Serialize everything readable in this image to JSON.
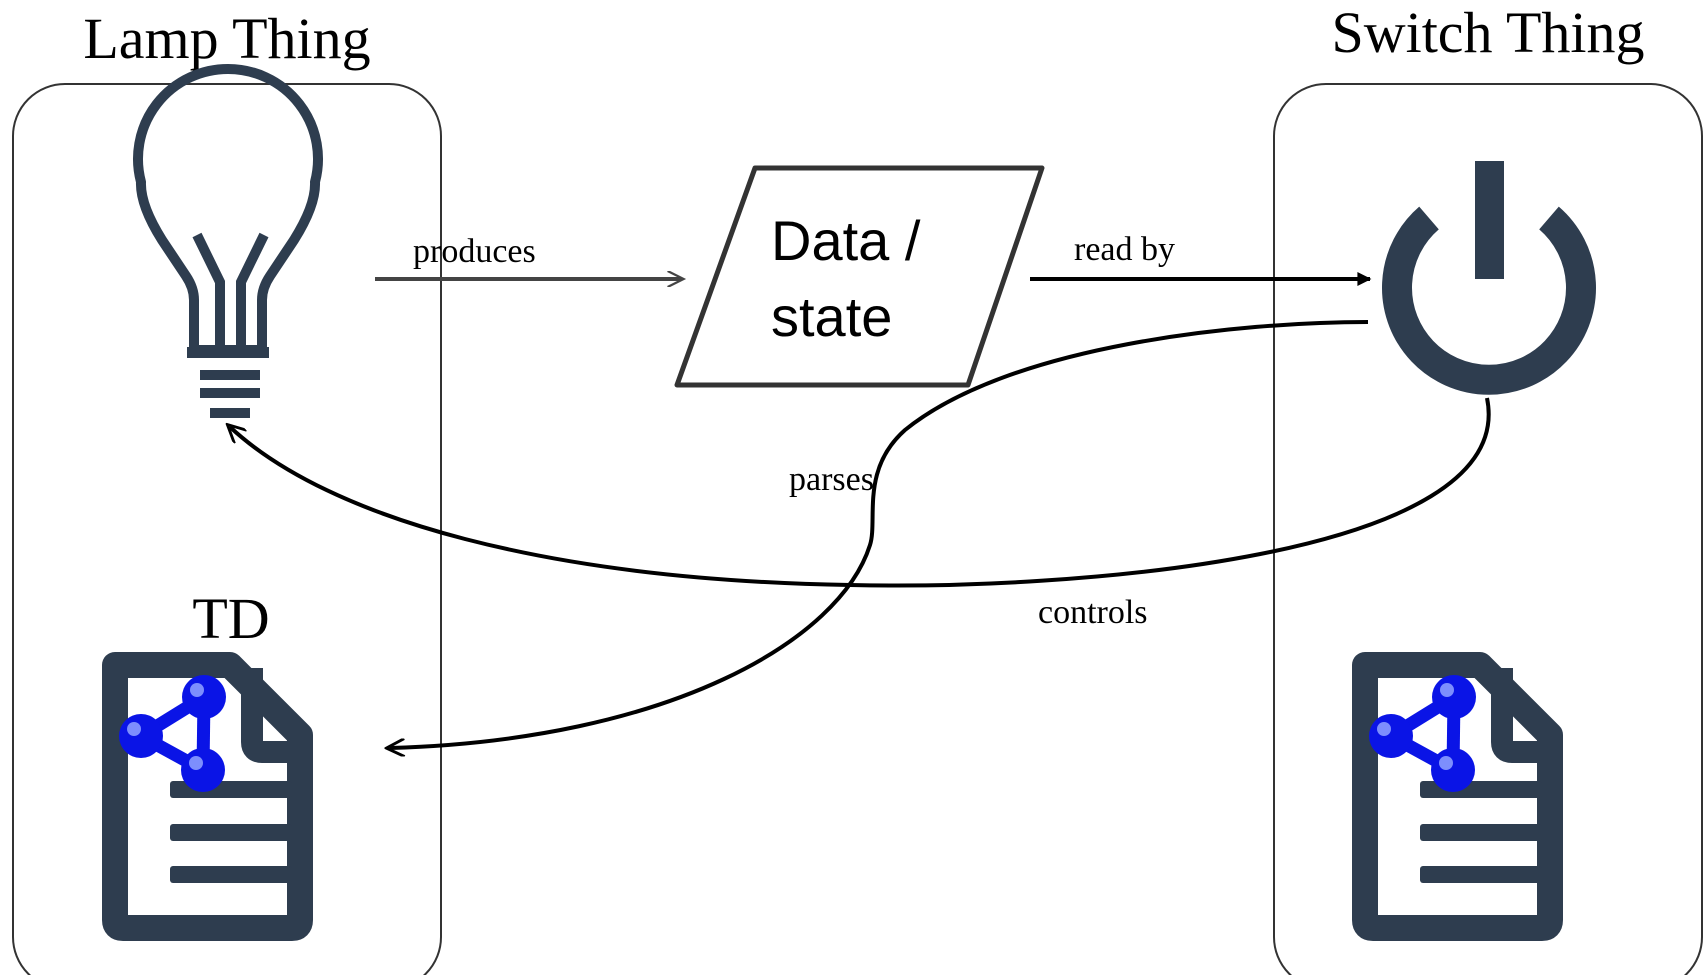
{
  "diagram": {
    "colors": {
      "icon": "#2e3d4f",
      "graph_icon": "#0a14e6",
      "stroke": "#000000",
      "container_border": "#333333",
      "background": "#ffffff"
    },
    "lamp_thing": {
      "title": "Lamp Thing",
      "icon": "lightbulb-icon",
      "td_label": "TD",
      "td_icon": "td-document-icon"
    },
    "switch_thing": {
      "title": "Switch Thing",
      "icon": "power-icon",
      "td_icon": "td-document-icon"
    },
    "data_node": {
      "line1": "Data /",
      "line2": "state"
    },
    "edges": {
      "produces": "produces",
      "read_by": "read by",
      "parses": "parses",
      "controls": "controls"
    }
  }
}
